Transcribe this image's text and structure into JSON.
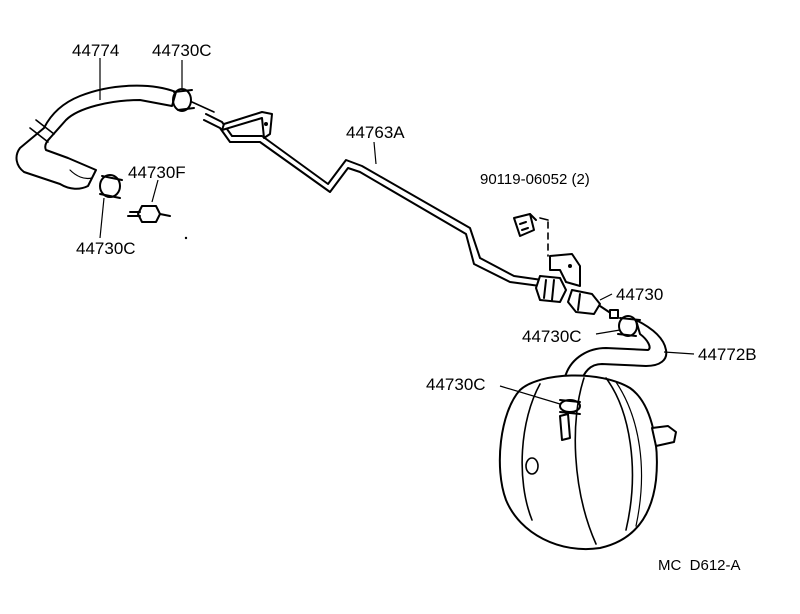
{
  "callouts": {
    "hose_left": "44774",
    "clamp_top": "44730C",
    "pipe": "44763A",
    "bolt_code": "90119-06052 (2)",
    "check_valve_left": "44730F",
    "clamp_left": "44730C",
    "check_valve_right": "44730",
    "clamp_right": "44730C",
    "hose_right": "44772B",
    "clamp_booster": "44730C"
  },
  "footer": {
    "diagram_code": "MC  D612-A"
  },
  "colors": {
    "ink": "#000000",
    "background": "#ffffff"
  }
}
